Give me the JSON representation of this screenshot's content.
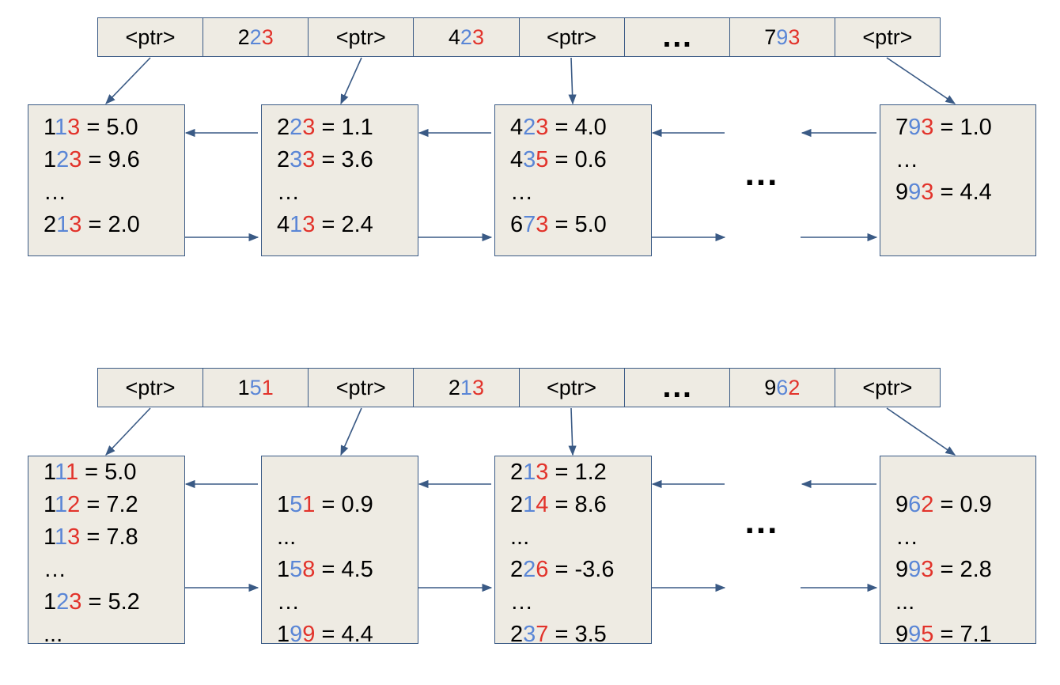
{
  "diagrams": [
    {
      "internal_node": [
        {
          "kind": "ptr",
          "text": "<ptr>"
        },
        {
          "kind": "key",
          "d1": "2",
          "d2": "2",
          "d3": "3"
        },
        {
          "kind": "ptr",
          "text": "<ptr>"
        },
        {
          "kind": "key",
          "d1": "4",
          "d2": "2",
          "d3": "3"
        },
        {
          "kind": "ptr",
          "text": "<ptr>"
        },
        {
          "kind": "gap",
          "text": "…"
        },
        {
          "kind": "key",
          "d1": "7",
          "d2": "9",
          "d3": "3"
        },
        {
          "kind": "ptr",
          "text": "<ptr>"
        }
      ],
      "leaves": [
        {
          "lines": [
            {
              "d1": "1",
              "d2": "1",
              "d3": "3",
              "rest": " = 5.0"
            },
            {
              "d1": "1",
              "d2": "2",
              "d3": "3",
              "rest": " = 9.6"
            },
            {
              "plain": "…"
            },
            {
              "d1": "2",
              "d2": "1",
              "d3": "3",
              "rest": " = 2.0"
            }
          ]
        },
        {
          "lines": [
            {
              "d1": "2",
              "d2": "2",
              "d3": "3",
              "rest": " = 1.1"
            },
            {
              "d1": "2",
              "d2": "3",
              "d3": "3",
              "rest": " = 3.6"
            },
            {
              "plain": "…"
            },
            {
              "d1": "4",
              "d2": "1",
              "d3": "3",
              "rest": " = 2.4"
            }
          ]
        },
        {
          "lines": [
            {
              "d1": "4",
              "d2": "2",
              "d3": "3",
              "rest": " = 4.0"
            },
            {
              "d1": "4",
              "d2": "3",
              "d3": "5",
              "rest": " = 0.6"
            },
            {
              "plain": "…"
            },
            {
              "d1": "6",
              "d2": "7",
              "d3": "3",
              "rest": " = 5.0"
            }
          ]
        },
        {
          "lines": [
            {
              "d1": "7",
              "d2": "9",
              "d3": "3",
              "rest": " = 1.0"
            },
            {
              "plain": "…"
            },
            {
              "d1": "9",
              "d2": "9",
              "d3": "3",
              "rest": " = 4.4"
            }
          ]
        }
      ],
      "leaf_gap_text": "..."
    },
    {
      "internal_node": [
        {
          "kind": "ptr",
          "text": "<ptr>"
        },
        {
          "kind": "key",
          "d1": "1",
          "d2": "5",
          "d3": "1"
        },
        {
          "kind": "ptr",
          "text": "<ptr>"
        },
        {
          "kind": "key",
          "d1": "2",
          "d2": "1",
          "d3": "3"
        },
        {
          "kind": "ptr",
          "text": "<ptr>"
        },
        {
          "kind": "gap",
          "text": "…"
        },
        {
          "kind": "key",
          "d1": "9",
          "d2": "6",
          "d3": "2"
        },
        {
          "kind": "ptr",
          "text": "<ptr>"
        }
      ],
      "leaves": [
        {
          "lines": [
            {
              "d1": "1",
              "d2": "1",
              "d3": "1",
              "rest": " = 5.0"
            },
            {
              "d1": "1",
              "d2": "1",
              "d3": "2",
              "rest": " = 7.2"
            },
            {
              "d1": "1",
              "d2": "1",
              "d3": "3",
              "rest": " = 7.8"
            },
            {
              "plain": "…"
            },
            {
              "d1": "1",
              "d2": "2",
              "d3": "3",
              "rest": " = 5.2"
            },
            {
              "plain": "..."
            }
          ]
        },
        {
          "lines": [
            {
              "plain": ""
            },
            {
              "d1": "1",
              "d2": "5",
              "d3": "1",
              "rest": " = 0.9"
            },
            {
              "plain": "..."
            },
            {
              "d1": "1",
              "d2": "5",
              "d3": "8",
              "rest": " = 4.5"
            },
            {
              "plain": "…"
            },
            {
              "d1": "1",
              "d2": "9",
              "d3": "9",
              "rest": " = 4.4"
            }
          ]
        },
        {
          "lines": [
            {
              "d1": "2",
              "d2": "1",
              "d3": "3",
              "rest": " = 1.2"
            },
            {
              "d1": "2",
              "d2": "1",
              "d3": "4",
              "rest": " = 8.6"
            },
            {
              "plain": "..."
            },
            {
              "d1": "2",
              "d2": "2",
              "d3": "6",
              "rest": " = -3.6"
            },
            {
              "plain": "…"
            },
            {
              "d1": "2",
              "d2": "3",
              "d3": "7",
              "rest": " = 3.5"
            }
          ]
        },
        {
          "lines": [
            {
              "plain": ""
            },
            {
              "d1": "9",
              "d2": "6",
              "d3": "2",
              "rest": " = 0.9"
            },
            {
              "plain": "…"
            },
            {
              "d1": "9",
              "d2": "9",
              "d3": "3",
              "rest": " = 2.8"
            },
            {
              "plain": "..."
            },
            {
              "d1": "9",
              "d2": "9",
              "d3": "5",
              "rest": " = 7.1"
            }
          ]
        }
      ],
      "leaf_gap_text": "..."
    }
  ],
  "colors": {
    "digit_middle": "#5a86d6",
    "digit_last": "#e2332b",
    "box_fill": "#eeebe3",
    "line": "#3a5a85"
  }
}
